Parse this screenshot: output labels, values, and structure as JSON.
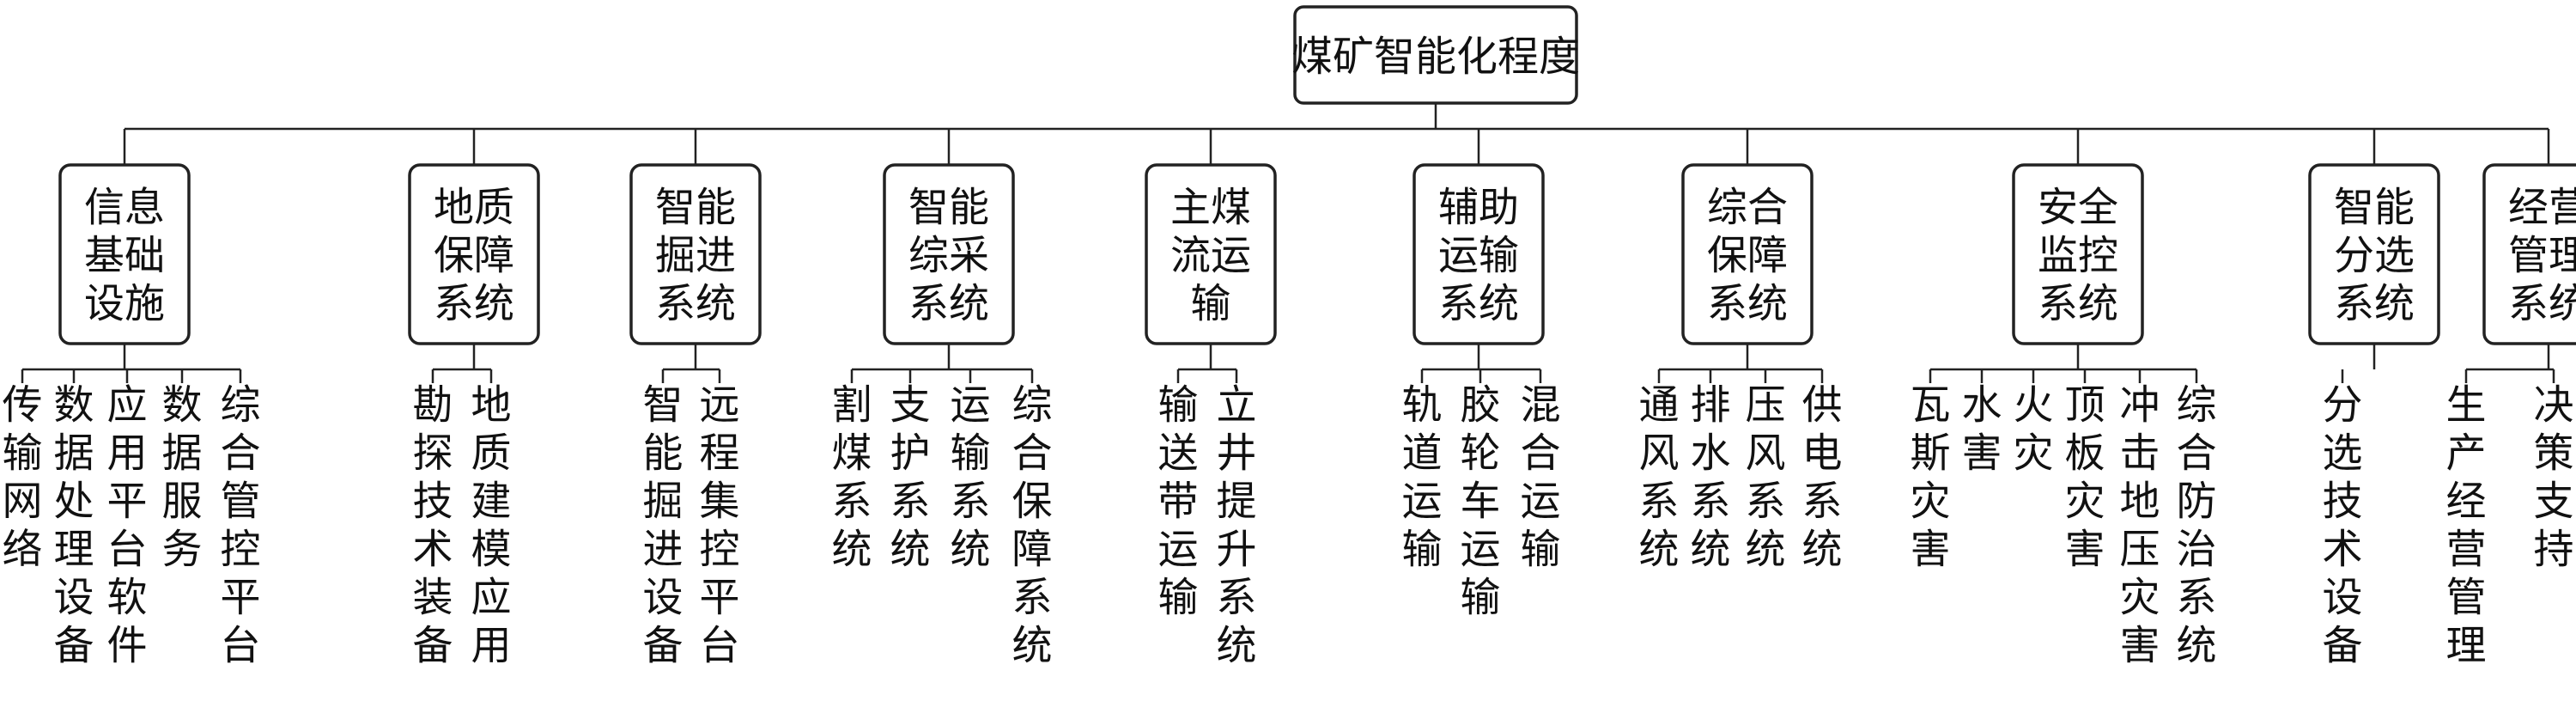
{
  "root": {
    "label": "煤矿智能化程度"
  },
  "systems": [
    {
      "label": [
        "信息",
        "基础",
        "设施"
      ],
      "leaves": [
        "传输网络",
        "数据处理设备",
        "应用平台软件",
        "数据服务",
        "综合管控平台"
      ]
    },
    {
      "label": [
        "地质",
        "保障",
        "系统"
      ],
      "leaves": [
        "勘探技术装备",
        "地质建模应用"
      ]
    },
    {
      "label": [
        "智能",
        "掘进",
        "系统"
      ],
      "leaves": [
        "智能掘进设备",
        "远程集控平台"
      ]
    },
    {
      "label": [
        "智能",
        "综采",
        "系统"
      ],
      "leaves": [
        "割煤系统",
        "支护系统",
        "运输系统",
        "综合保障系统"
      ]
    },
    {
      "label": [
        "主煤",
        "流运",
        "输"
      ],
      "leaves": [
        "输送带运输",
        "立井提升系统"
      ]
    },
    {
      "label": [
        "辅助",
        "运输",
        "系统"
      ],
      "leaves": [
        "轨道运输",
        "胶轮车运输",
        "混合运输"
      ]
    },
    {
      "label": [
        "综合",
        "保障",
        "系统"
      ],
      "leaves": [
        "通风系统",
        "排水系统",
        "压风系统",
        "供电系统"
      ]
    },
    {
      "label": [
        "安全",
        "监控",
        "系统"
      ],
      "leaves": [
        "瓦斯灾害",
        "水害",
        "火灾",
        "顶板灾害",
        "冲击地压灾害",
        "综合防治系统"
      ]
    },
    {
      "label": [
        "智能",
        "分选",
        "系统"
      ],
      "leaves": [
        "分选技术设备"
      ]
    },
    {
      "label": [
        "经营",
        "管理",
        "系统"
      ],
      "leaves": [
        "生产经营管理",
        "决策支持"
      ]
    }
  ]
}
